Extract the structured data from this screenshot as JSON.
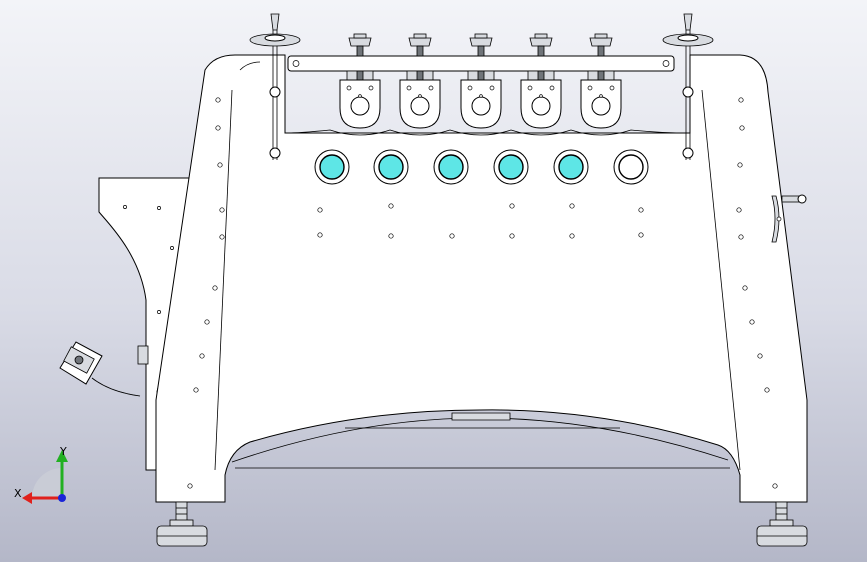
{
  "viewport": {
    "background_top": "#f3f4f8",
    "background_bottom": "#b4b7c8"
  },
  "drawing": {
    "colors": {
      "outline": "#000000",
      "body_fill": "#ffffff",
      "roller_cyan": "#5ee6e6",
      "roller_white": "#ffffff",
      "metal_grey": "#d8dbe0",
      "dark_metal": "#6f7479"
    },
    "rollers": [
      {
        "state": "cyan"
      },
      {
        "state": "cyan"
      },
      {
        "state": "cyan"
      },
      {
        "state": "cyan"
      },
      {
        "state": "cyan"
      },
      {
        "state": "white"
      }
    ],
    "adjust_knob_count": 5,
    "bracket_count": 5
  },
  "triad": {
    "x_label": "X",
    "y_label": "Y",
    "x_color": "#e0201c",
    "y_color": "#22b022",
    "z_color": "#1a24d8"
  }
}
